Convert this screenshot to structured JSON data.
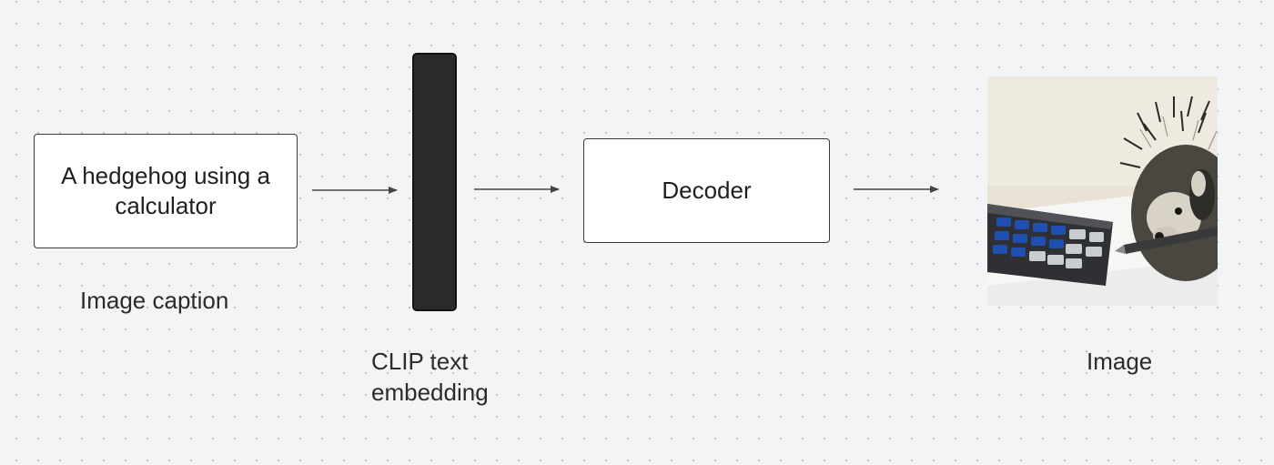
{
  "caption_box": {
    "text": "A hedgehog using a calculator"
  },
  "caption_label": "Image caption",
  "embedding_label": "CLIP text\nembedding",
  "decoder_box": {
    "text": "Decoder"
  },
  "output_label": "Image",
  "output_image": {
    "subject": "hedgehog-using-calculator"
  },
  "colors": {
    "background": "#f3f4f6",
    "embedding_bar": "#2a2a2a",
    "arrow": "#444444",
    "calculator_keys": "#1f4fb0"
  }
}
